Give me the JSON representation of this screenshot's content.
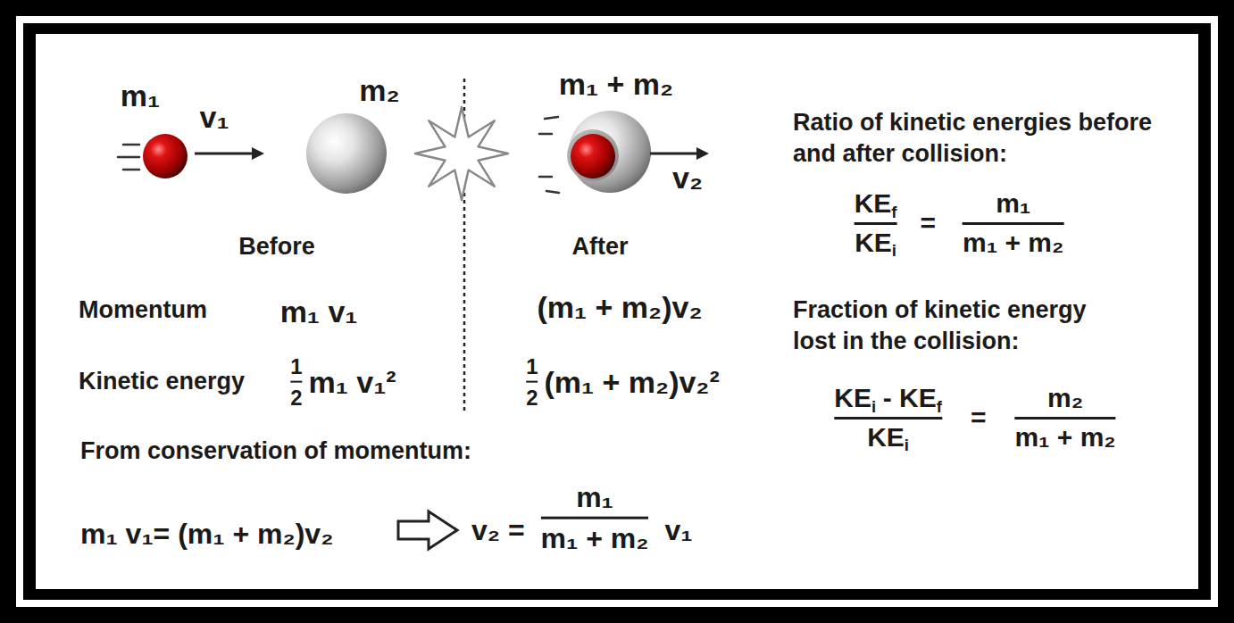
{
  "diagram": {
    "labels": [
      "m₁",
      "v₁",
      "m₂",
      "m₁ + m₂",
      "v₂",
      "Before",
      "After",
      "Ratio of kinetic energies before and after collision:",
      "KE",
      "f",
      "KE",
      "i",
      "=",
      "m₁",
      "m₁ + m₂",
      "Momentum",
      "m₁ v₁",
      "(m₁ + m₂)v₂",
      "Fraction of kinetic energy lost in the collision:",
      "KE",
      "i",
      "- KE",
      "f",
      "KE",
      "i",
      "=",
      "m₂",
      "m₁ + m₂",
      "Kinetic energy",
      "1",
      "2",
      "m₁ v₁²",
      "1",
      "2",
      "(m₁ + m₂)v₂²",
      "From conservation of momentum:",
      "m₁ v₁= (m₁ + m₂)v₂",
      "v₂ =",
      "m₁",
      "m₁ + m₂",
      "v₁"
    ]
  }
}
